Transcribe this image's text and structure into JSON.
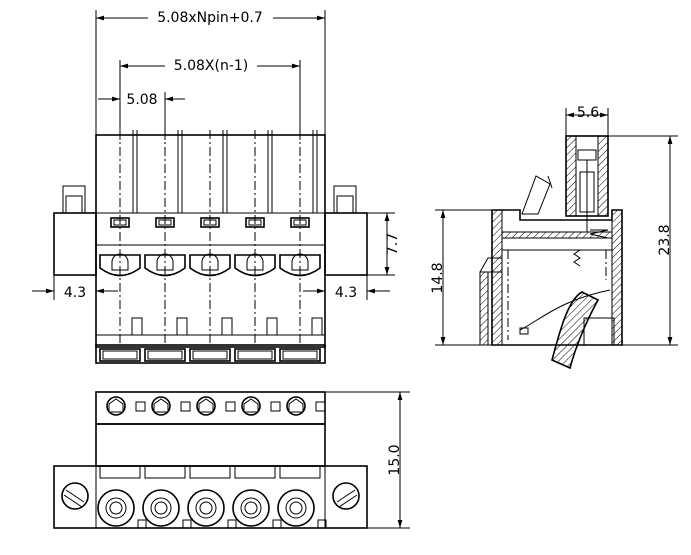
{
  "drawing": {
    "pin_count": 5,
    "dimensions": {
      "overall_width": "5.08xNpin+0.7",
      "pin_span": "5.08X(n-1)",
      "pitch": "5.08",
      "flange_left": "4.3",
      "flange_right": "4.3",
      "pin_height": "7.7",
      "side_width": "5.6",
      "side_height_total": "23.8",
      "side_height_body": "14.8",
      "bottom_height": "15.0"
    }
  }
}
